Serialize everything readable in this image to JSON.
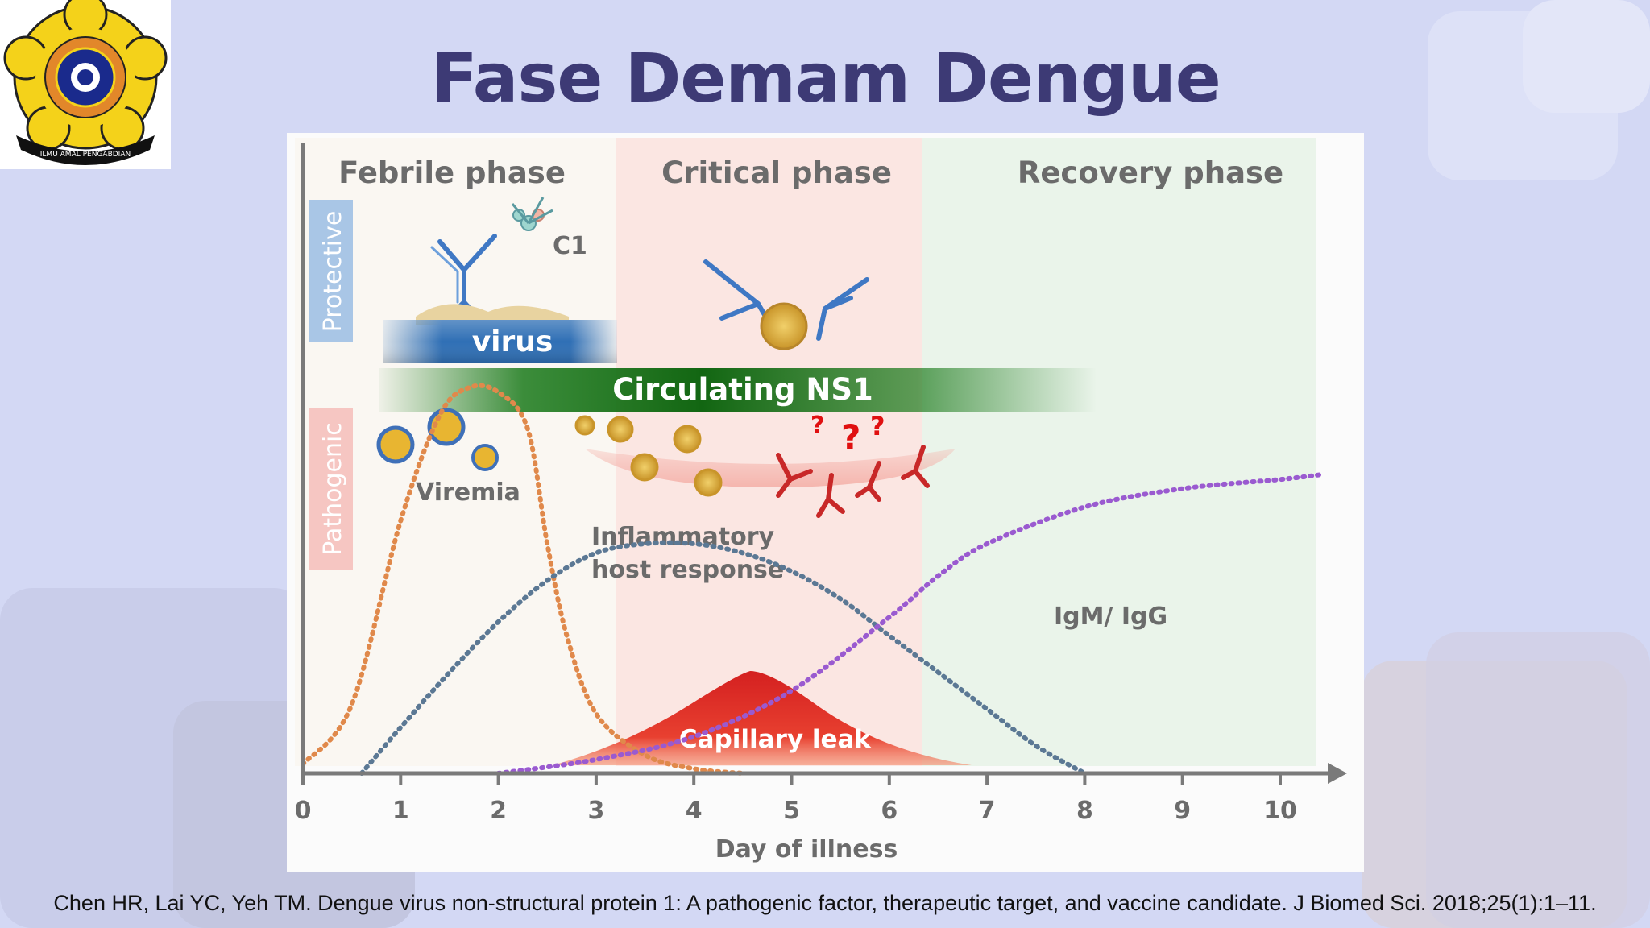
{
  "slide": {
    "title": "Fase Demam Dengue",
    "citation": "Chen HR, Lai YC, Yeh TM. Dengue virus non-structural protein 1: A pathogenic factor, therapeutic target, and vaccine candidate. J Biomed Sci. 2018;25(1):1–11.",
    "title_color": "#3d3a75",
    "background_color": "#d3d8f4"
  },
  "logo": {
    "text": "ILMU AMAL PENGABDIAN",
    "icon": "university-seal-icon"
  },
  "diagram": {
    "phases": [
      {
        "label": "Febrile phase",
        "color": "#faf7f2"
      },
      {
        "label": "Critical phase",
        "color": "#fbe6e2"
      },
      {
        "label": "Recovery phase",
        "color": "#eaf4ea"
      }
    ],
    "side_labels": {
      "protective": "Protective",
      "pathogenic": "Pathogenic"
    },
    "bands": {
      "virus": "virus",
      "ns1": "Circulating NS1"
    },
    "annotations": {
      "c1": "C1",
      "viremia": "Viremia",
      "inflammatory_line1": "Inflammatory",
      "inflammatory_line2": "host  response",
      "igm_igg": "IgM/ IgG",
      "capillary_leak": "Capillary leak",
      "question_marks": "?"
    },
    "x_axis": {
      "label": "Day of illness",
      "ticks": [
        "0",
        "1",
        "2",
        "3",
        "4",
        "5",
        "6",
        "7",
        "8",
        "9",
        "10"
      ]
    },
    "curves": {
      "viremia": {
        "color": "#e0894b",
        "points": [
          [
            0,
            0.02
          ],
          [
            0.5,
            0.15
          ],
          [
            1,
            0.55
          ],
          [
            1.4,
            0.78
          ],
          [
            1.7,
            0.84
          ],
          [
            2,
            0.83
          ],
          [
            2.3,
            0.75
          ],
          [
            2.5,
            0.5
          ],
          [
            2.7,
            0.3
          ],
          [
            3,
            0.13
          ],
          [
            3.5,
            0.04
          ],
          [
            4,
            0.01
          ],
          [
            4.5,
            0.0
          ]
        ]
      },
      "inflammatory": {
        "color": "#5b7894",
        "points": [
          [
            0.6,
            0.0
          ],
          [
            1,
            0.1
          ],
          [
            1.5,
            0.22
          ],
          [
            2,
            0.33
          ],
          [
            2.5,
            0.42
          ],
          [
            3,
            0.48
          ],
          [
            3.5,
            0.5
          ],
          [
            4,
            0.5
          ],
          [
            4.5,
            0.48
          ],
          [
            5,
            0.44
          ],
          [
            5.5,
            0.38
          ],
          [
            6,
            0.3
          ],
          [
            6.5,
            0.22
          ],
          [
            7,
            0.14
          ],
          [
            7.5,
            0.06
          ],
          [
            8,
            0.0
          ]
        ]
      },
      "igm_igg": {
        "color": "#9a5ad0",
        "points": [
          [
            2,
            0.0
          ],
          [
            3,
            0.03
          ],
          [
            4,
            0.08
          ],
          [
            5,
            0.18
          ],
          [
            6,
            0.34
          ],
          [
            6.5,
            0.43
          ],
          [
            7,
            0.5
          ],
          [
            8,
            0.58
          ],
          [
            9,
            0.62
          ],
          [
            10,
            0.64
          ],
          [
            10.4,
            0.65
          ]
        ]
      }
    },
    "colors": {
      "virus_band": "#2f6fb5",
      "ns1_band": "#1a7a1a",
      "capillary_leak": "#d42020",
      "antibody_blue": "#3f78c4",
      "antibody_red": "#c82828",
      "virion_fill": "#e8b531",
      "question_mark": "#e01010"
    }
  }
}
